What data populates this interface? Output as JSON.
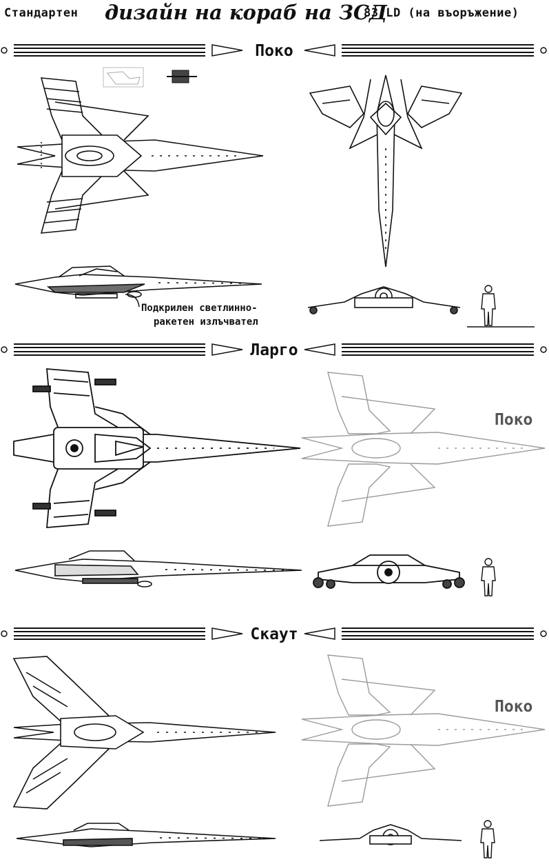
{
  "header": {
    "prefix": "Стандартен",
    "main": "дизайн на кораб на ЗСД",
    "suffix": "83 LD (на въоръжение)"
  },
  "sections": [
    {
      "label": "Поко"
    },
    {
      "label": "Ларго"
    },
    {
      "label": "Скаут"
    }
  ],
  "callout": {
    "line1": "Подкрилен светлинно-",
    "line2": "ракетен излъчвател"
  },
  "comparison": [
    {
      "label": "Поко"
    },
    {
      "label": "Поко"
    }
  ],
  "icons": [
    "ship-top-view-icon",
    "ship-front-view-icon",
    "ship-side-view-icon",
    "human-scale-figure-icon"
  ],
  "colors": {
    "ink": "#111111",
    "ghost": "#9a9a9a",
    "fill": "#6d6d6d"
  }
}
